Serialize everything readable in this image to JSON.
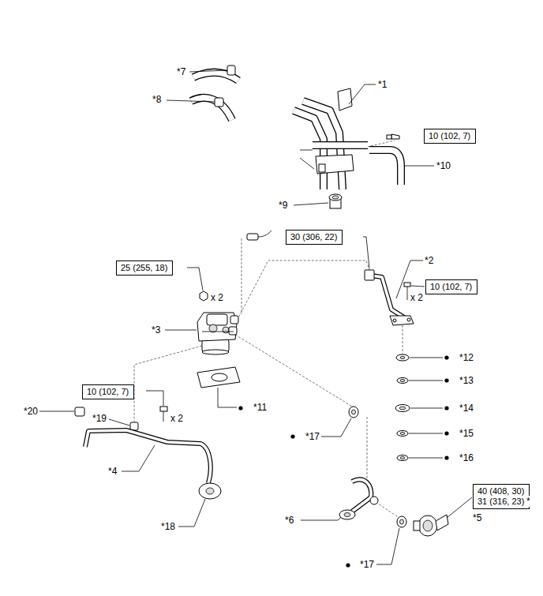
{
  "diagram": {
    "nodes": [
      {
        "text": [
          "10 (102, 7)"
        ]
      },
      {
        "text": [
          "30 (306, 22)"
        ]
      },
      {
        "text": [
          "25 (255, 18)"
        ]
      },
      {
        "text": [
          "10 (102, 7)"
        ]
      },
      {
        "text": [
          "10 (102, 7)"
        ]
      },
      {
        "text": [
          "40 (408, 30)",
          "31 (316, 23)"
        ]
      }
    ],
    "labels": [
      "*7",
      "*8",
      "*1",
      "*10",
      "*9",
      "*2",
      "x 2",
      "*3",
      "x 2",
      "*12",
      "*13",
      "*14",
      "*11",
      "*20",
      "*19",
      "x 2",
      "*15",
      "*16",
      "*17",
      "*4",
      "*5",
      "*",
      "*6",
      "*18",
      "*17"
    ]
  }
}
